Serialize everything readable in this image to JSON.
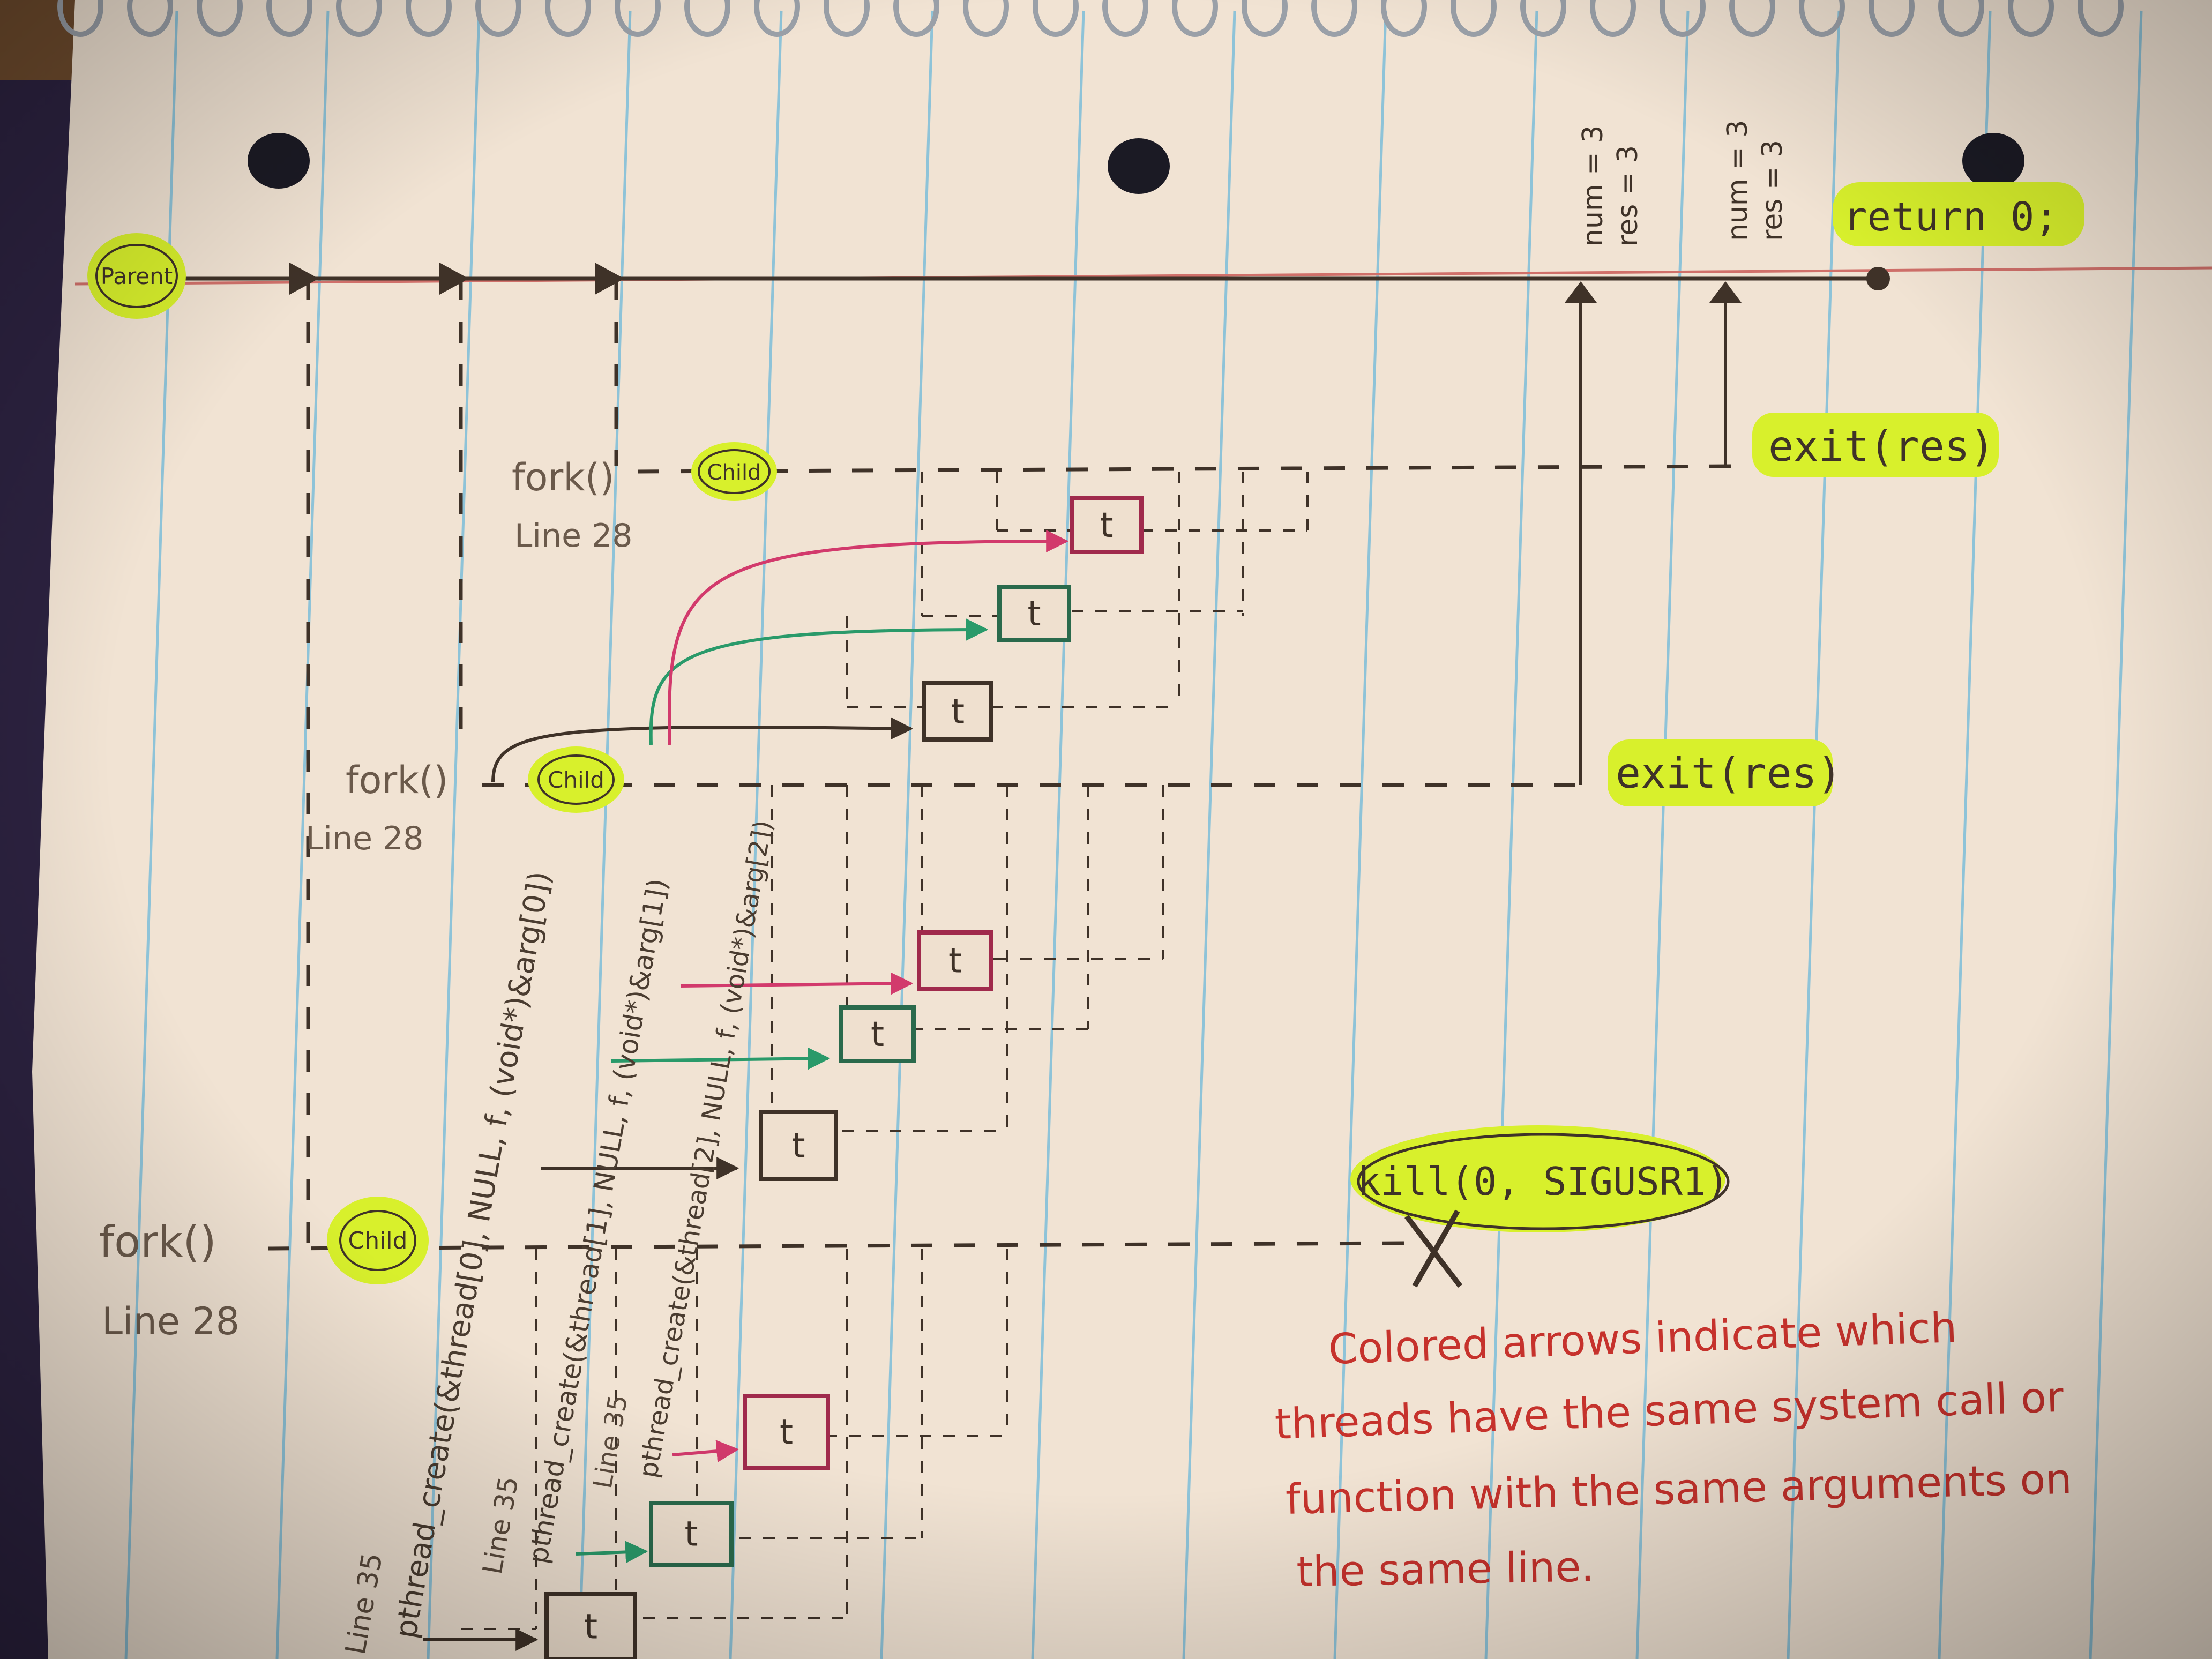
{
  "title": "",
  "colors": {
    "paper": "#f1e3d3",
    "rule_blue": "#8ec3d8",
    "margin_red": "#c24a4a",
    "ink": "#3f3228",
    "highlight": "#d8f02c",
    "pink": "#d23a6c",
    "green": "#2a9a6a",
    "red_text": "#c6322c"
  },
  "parent": {
    "label": "Parent",
    "return_label": "return 0;",
    "readout_1": {
      "num": "num = 3",
      "res": "res = 3"
    },
    "readout_2": {
      "num": "num = 3",
      "res": "res = 3"
    }
  },
  "forks": [
    {
      "call": "fork()",
      "line": "Line 28",
      "child": "Child"
    },
    {
      "call": "fork()",
      "line": "Line 28",
      "child": "Child"
    },
    {
      "call": "fork()",
      "line": "Line 28",
      "child": "Child"
    }
  ],
  "exits": [
    "exit(res)",
    "exit(res)"
  ],
  "kill": "kill(0, SIGUSR1)",
  "thread_label": "t",
  "pthread_calls": [
    {
      "line": "Line 35",
      "call": "pthread_create(&thread[0], NULL, f, (void*)&arg[0])"
    },
    {
      "line": "Line 35",
      "call": "pthread_create(&thread[1], NULL, f, (void*)&arg[1])"
    },
    {
      "line": "Line 35",
      "call": "pthread_create(&thread[2], NULL, f, (void*)&arg[2])"
    }
  ],
  "note": [
    "Colored arrows indicate which",
    "threads have the same system call or",
    "function with the same arguments on",
    "the same line."
  ]
}
